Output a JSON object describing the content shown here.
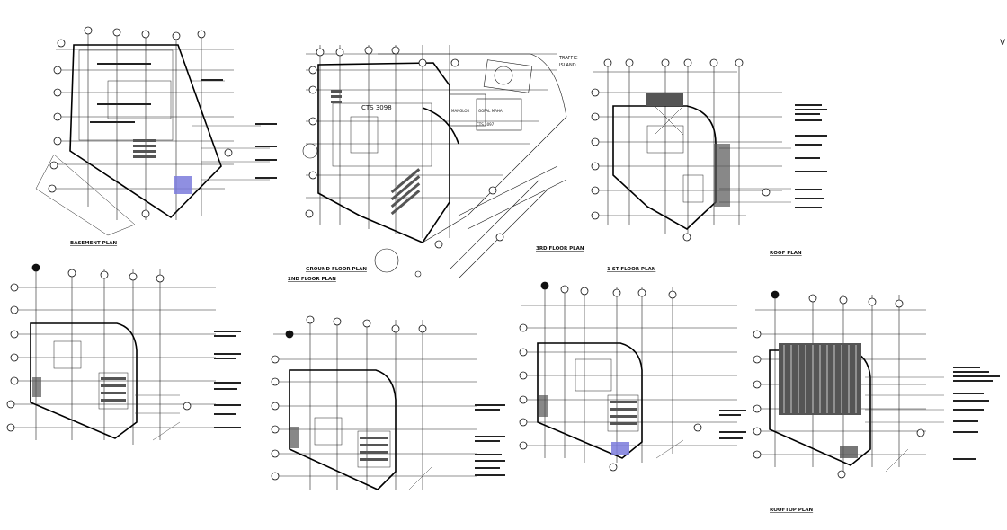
{
  "sheet": {
    "corner_mark": "V",
    "plan_titles": {
      "basement": "BASEMENT PLAN",
      "ground": "GROUND FLOOR PLAN",
      "second_a": "2ND FLOOR PLAN",
      "third_a": "3RD FLOOR PLAN",
      "first": "1 ST FLOOR PLAN",
      "roof": "ROOF PLAN",
      "rooftop": "ROOFTOP PLAN"
    },
    "site_labels": {
      "traffic": "TRAFFIC",
      "island": "ISLAND",
      "cts": "CTS 3098",
      "manglor": "MANGLOR",
      "gopal_maha": "GOPAL MAHA",
      "cts2": "CTS 3097"
    }
  },
  "colors": {
    "line": "#111111",
    "hatch": "#555555",
    "highlight": "#7b7bdc",
    "background": "#ffffff"
  }
}
